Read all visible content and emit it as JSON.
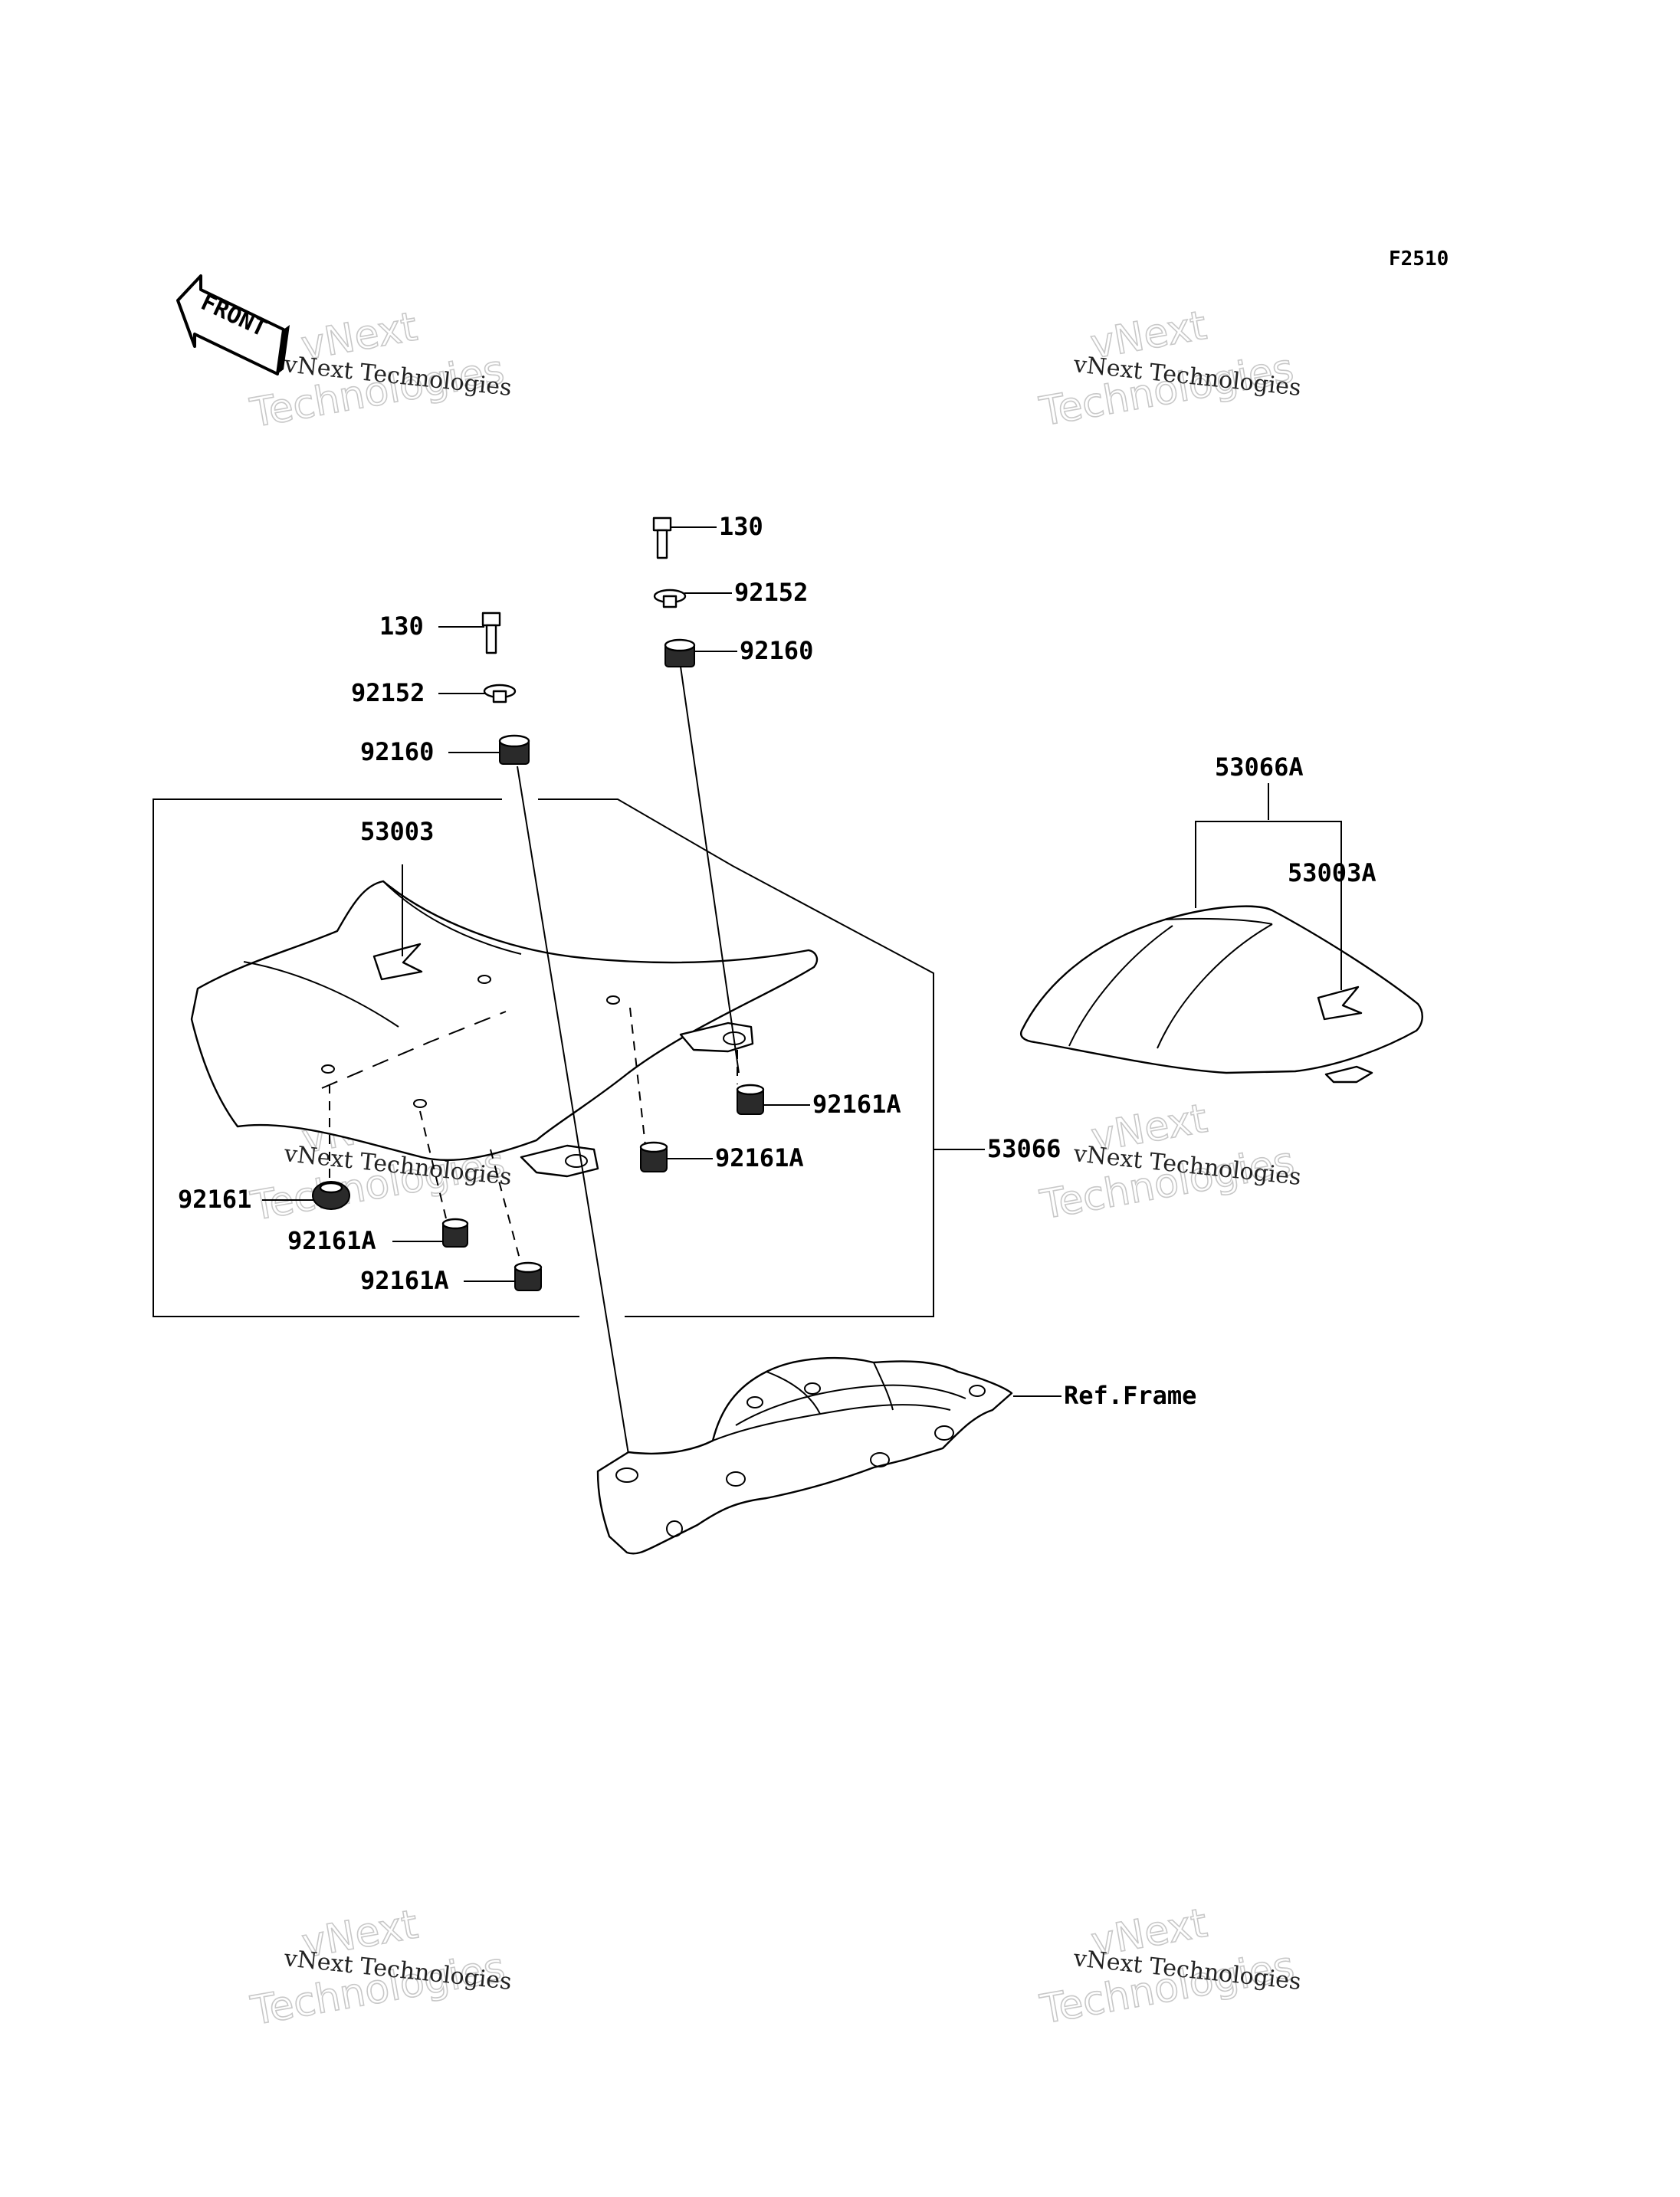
{
  "diagram_code": "F2510",
  "front_arrow_label": "FRONT",
  "watermark": {
    "line1": "vNext Technologies",
    "line2": "vNext",
    "line3": "Technologies"
  },
  "callouts": {
    "bolt_right": "130",
    "washer_right": "92152",
    "damper_right": "92160",
    "bolt_left": "130",
    "washer_left": "92152",
    "damper_left": "92160",
    "seat": "53003",
    "assembly": "53066",
    "stopper_right_rear": "92161A",
    "stopper_mid": "92161A",
    "stopper_left": "92161",
    "stopper_left_mid": "92161A",
    "stopper_left_low": "92161A",
    "cover_assembly": "53066A",
    "cover": "53003A",
    "frame_ref": "Ref.Frame"
  }
}
